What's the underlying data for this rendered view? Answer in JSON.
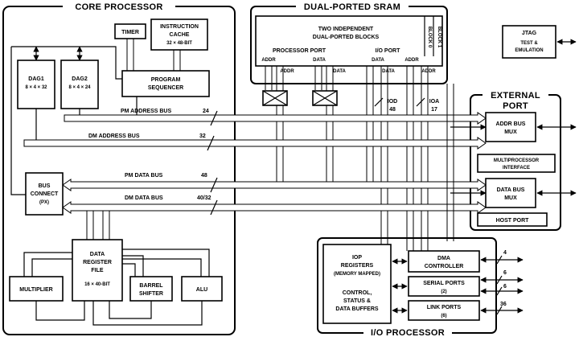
{
  "core_processor": {
    "title": "CORE PROCESSOR",
    "timer": "TIMER",
    "instruction_cache": [
      "INSTRUCTION",
      "CACHE",
      "32 × 48-BIT"
    ],
    "dag1": [
      "DAG1",
      "8 × 4 × 32"
    ],
    "dag2": [
      "DAG2",
      "8 × 4 × 24"
    ],
    "program_sequencer": [
      "PROGRAM",
      "SEQUENCER"
    ],
    "bus_connect": [
      "BUS",
      "CONNECT",
      "(PX)"
    ],
    "data_register_file": [
      "DATA",
      "REGISTER",
      "FILE",
      "16 × 40-BIT"
    ],
    "multiplier": "MULTIPLIER",
    "barrel_shifter": [
      "BARREL",
      "SHIFTER"
    ],
    "alu": "ALU"
  },
  "buses": {
    "pm_address": {
      "label": "PM ADDRESS BUS",
      "width": "24"
    },
    "dm_address": {
      "label": "DM ADDRESS BUS",
      "width": "32"
    },
    "pm_data": {
      "label": "PM DATA BUS",
      "width": "48"
    },
    "dm_data": {
      "label": "DM DATA BUS",
      "width": "40/32"
    },
    "iod": {
      "label": "IOD",
      "width": "48"
    },
    "ioa": {
      "label": "IOA",
      "width": "17"
    }
  },
  "sram": {
    "title": "DUAL-PORTED SRAM",
    "blocks": [
      "TWO INDEPENDENT",
      "DUAL-PORTED BLOCKS"
    ],
    "processor_port": "PROCESSOR PORT",
    "io_port": "I/O PORT",
    "block0": "BLOCK 0",
    "block1": "BLOCK 1",
    "port_labels": [
      "ADDR",
      "DATA",
      "DATA",
      "ADDR"
    ],
    "lower_labels": [
      "ADDR",
      "DATA",
      "DATA",
      "ADDR"
    ]
  },
  "jtag": [
    "JTAG",
    "TEST &",
    "EMULATION"
  ],
  "external_port": {
    "title": [
      "EXTERNAL",
      "PORT"
    ],
    "addr_mux": [
      "ADDR BUS",
      "MUX"
    ],
    "mp_interface": [
      "MULTIPROCESSOR",
      "INTERFACE"
    ],
    "data_mux": [
      "DATA BUS",
      "MUX"
    ],
    "host_port": "HOST PORT"
  },
  "io_processor": {
    "title": "I/O PROCESSOR",
    "iop_registers": [
      "IOP",
      "REGISTERS",
      "(MEMORY MAPPED)"
    ],
    "control": [
      "CONTROL,",
      "STATUS &",
      "DATA BUFFERS"
    ],
    "dma": [
      "DMA",
      "CONTROLLER"
    ],
    "serial": [
      "SERIAL PORTS",
      "(2)"
    ],
    "link": [
      "LINK PORTS",
      "(6)"
    ],
    "pin_counts": [
      "4",
      "6",
      "6",
      "36"
    ]
  }
}
